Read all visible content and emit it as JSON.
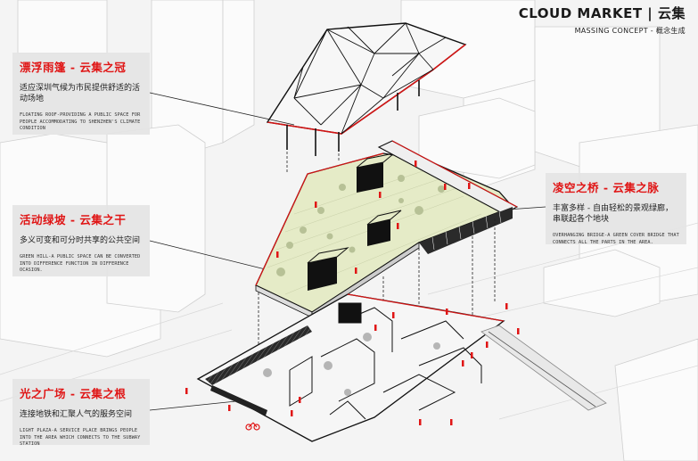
{
  "header": {
    "title": "CLOUD MARKET | 云集",
    "subtitle": "MASSING CONCEPT - 概念生成"
  },
  "panels": {
    "roof": {
      "heading": "漂浮雨篷 - 云集之冠",
      "cn": "适应深圳气候为市民提供舒适的活动场地",
      "en": "FLOATING ROOF-PROVIDING A PUBLIC SPACE FOR PEOPLE ACCOMMODATING TO SHENZHEN'S CLIMATE CONDITION"
    },
    "slope": {
      "heading": "活动绿坡 - 云集之干",
      "cn": "多义可变和可分时共享的公共空间",
      "en": "GREEN HILL-A PUBLIC SPACE CAN BE CONVERTED INTO DIFFERENCE FUNCTION IN DIFFERENCE OCASION."
    },
    "plaza": {
      "heading": "光之广场 - 云集之根",
      "cn": "连接地铁和汇聚人气的服务空间",
      "en": "LIGHT PLAZA-A SERVICE PLACE BRINGS PEOPLE INTO THE AREA WHICH CONNECTS TO THE SUBWAY STATION"
    },
    "bridge": {
      "heading": "凌空之桥 - 云集之脉",
      "cn": "丰富多样 - 自由轻松的景观绿廊，串联起各个地块",
      "en": "OVERHANGING BRIDGE-A GREEN COVER BRIDGE THAT CONNECTS ALL THE PARTS IN THE AREA."
    }
  },
  "colors": {
    "accent": "#e01515",
    "green_deck": "#e6ecc8",
    "line": "#1a1a1a"
  }
}
